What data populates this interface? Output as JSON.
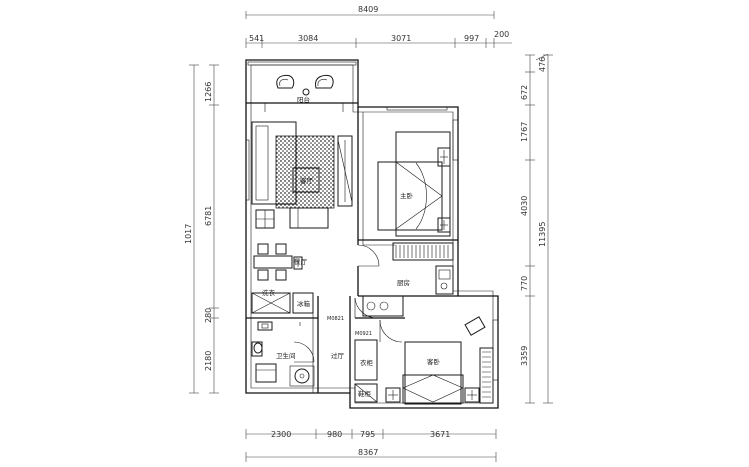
{
  "dimensions": {
    "top_total": "8409",
    "top_segments": [
      "541",
      "3084",
      "3071",
      "997",
      "200"
    ],
    "left": [
      "1266",
      "6781",
      "1017",
      "280",
      "2180"
    ],
    "right": [
      "476",
      "672",
      "1767",
      "4030",
      "11395",
      "770",
      "3359"
    ],
    "bottom_segments": [
      "2300",
      "980",
      "795",
      "3671"
    ],
    "bottom_total": "8367"
  },
  "rooms": {
    "balcony": "阳台",
    "living": "客厅",
    "master_bedroom": "主卧",
    "dining": "餐厅",
    "kitchen": "厨房",
    "laundry": "洗衣",
    "fridge": "冰箱",
    "bathroom": "卫生间",
    "corridor": "过厅",
    "guest_bedroom": "客卧",
    "wardrobe": "衣柜",
    "shoe_cabinet": "鞋柜",
    "door_small_1": "M0821",
    "door_small_2": "M0921"
  },
  "colors": {
    "line": "#1a1a1a",
    "background": "#ffffff"
  }
}
